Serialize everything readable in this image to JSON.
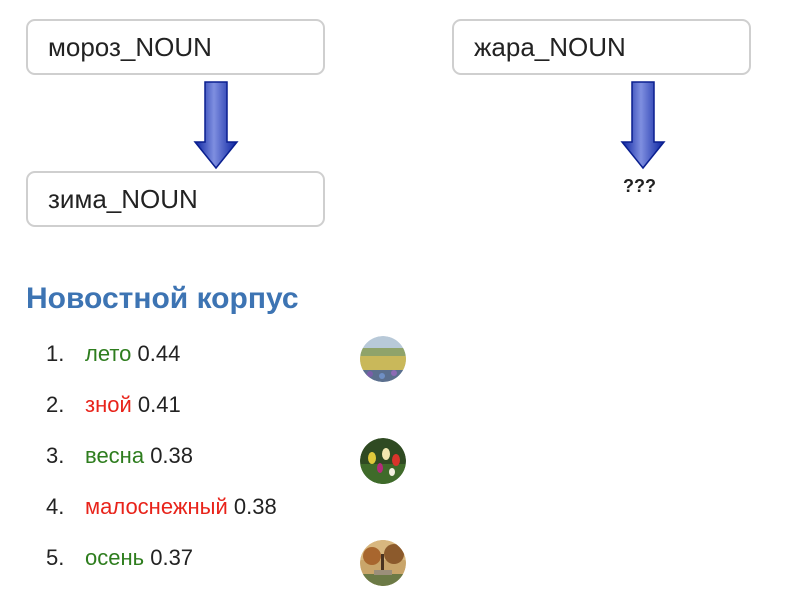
{
  "analogy": {
    "source_a": "мороз_NOUN",
    "target_a": "зима_NOUN",
    "source_b": "жара_NOUN",
    "unknown": "???"
  },
  "corpus_heading": "Новостной корпус",
  "results": [
    {
      "rank": "1.",
      "word": "лето",
      "score": "0.44",
      "color": "#2e7d1e",
      "image": "summer-field-photo"
    },
    {
      "rank": "2.",
      "word": "зной",
      "score": "0.41",
      "color": "#e8231a",
      "image": null
    },
    {
      "rank": "3.",
      "word": "весна",
      "score": "0.38",
      "color": "#2e7d1e",
      "image": "spring-tulips-photo"
    },
    {
      "rank": "4.",
      "word": "малоснежный",
      "score": "0.38",
      "color": "#e8231a",
      "image": null
    },
    {
      "rank": "5.",
      "word": "осень",
      "score": "0.37",
      "color": "#2e7d1e",
      "image": "autumn-park-photo"
    }
  ],
  "colors": {
    "heading": "#3d74b3",
    "arrow": "#1030b8",
    "in_vocab": "#2e7d1e",
    "out_of_vocab": "#e8231a"
  }
}
